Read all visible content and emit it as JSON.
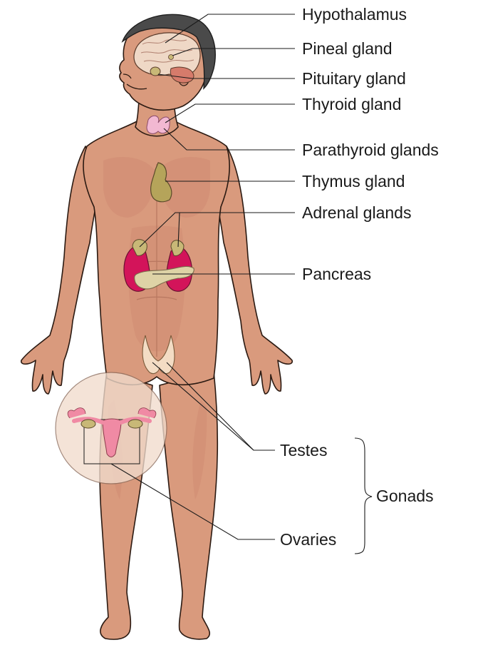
{
  "labels": {
    "hypothalamus": "Hypothalamus",
    "pineal": "Pineal gland",
    "pituitary": "Pituitary gland",
    "thyroid": "Thyroid gland",
    "parathyroid": "Parathyroid glands",
    "thymus": "Thymus gland",
    "adrenal": "Adrenal glands",
    "pancreas": "Pancreas",
    "testes": "Testes",
    "ovaries": "Ovaries",
    "gonads": "Gonads"
  },
  "colors": {
    "skin": "#d99a7d",
    "hair": "#4a4a4a",
    "brain": "#efd8c6",
    "thyroid": "#f2b8d2",
    "thymus": "#b5a45a",
    "adrenal": "#c8b877",
    "kidney": "#d3145a",
    "pancreas": "#ded3a6",
    "testes": "#f3dcc4",
    "uterus": "#f08aa4",
    "inset": "#f1dccd"
  }
}
